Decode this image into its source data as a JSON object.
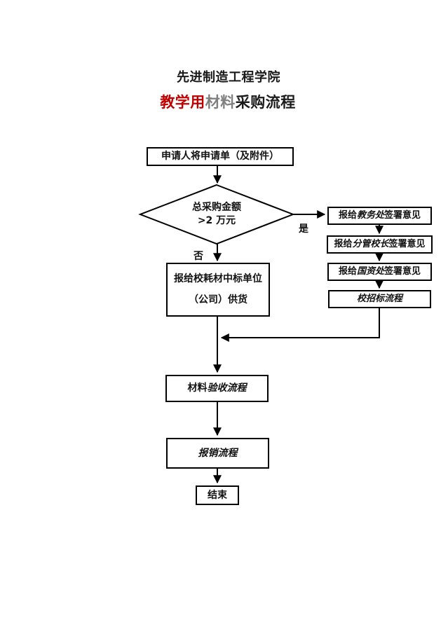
{
  "header": {
    "title": "先进制造工程学院",
    "subtitle": {
      "part_red": "教学用",
      "part_gray": "材料",
      "part_black": "采购流程"
    },
    "colors": {
      "accent_red": "#c00000",
      "muted_gray": "#7f7f7f",
      "text_black": "#1a1a1a"
    }
  },
  "flow": {
    "apply": {
      "label": "申请人将申请单（及附件）"
    },
    "decision": {
      "line1": "总采购金额",
      "line2": ">2 万元"
    },
    "yes_label": "是",
    "no_label": "否",
    "review_edu": {
      "prefix": "报给",
      "dept": "教务处",
      "suffix": "签署意见"
    },
    "review_vp": {
      "prefix": "报给",
      "dept": "分管校长",
      "suffix": "签署意见"
    },
    "review_assets": {
      "prefix": "报给",
      "dept": "国资处",
      "suffix": "签署意见"
    },
    "bidding": {
      "label": "校招标流程"
    },
    "supply": {
      "line1": "报给校耗材中标单位",
      "line2": "（公司）供货"
    },
    "acceptance": {
      "prefix": "材料",
      "rest": "验收流程"
    },
    "reimburse": {
      "label": "报销流程"
    },
    "end": {
      "label": "结束"
    }
  }
}
